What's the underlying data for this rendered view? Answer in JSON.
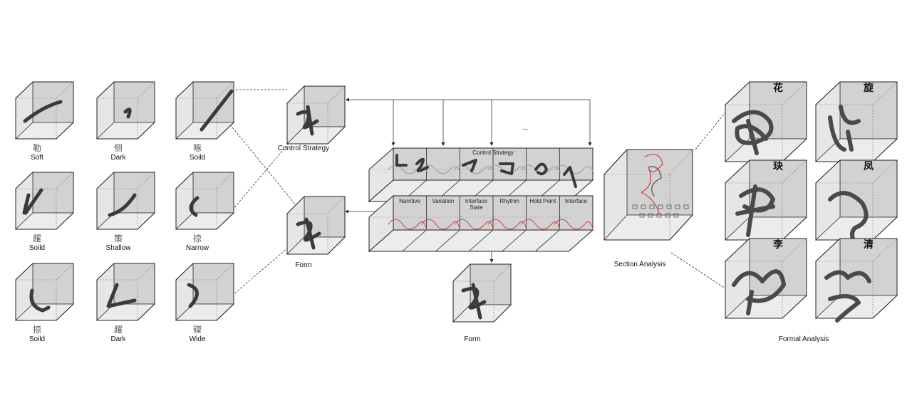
{
  "stroke_samples": [
    {
      "character": "勒",
      "quality": "Soft"
    },
    {
      "character": "侧",
      "quality": "Dark"
    },
    {
      "character": "啄",
      "quality": "Soild"
    },
    {
      "character": "趯",
      "quality": "Soild"
    },
    {
      "character": "策",
      "quality": "Shallow"
    },
    {
      "character": "掠",
      "quality": "Narrow"
    },
    {
      "character": "掠",
      "quality": "Soild"
    },
    {
      "character": "趯",
      "quality": "Dark"
    },
    {
      "character": "磔",
      "quality": "Wide"
    }
  ],
  "control_strategy_label": "Control Strategy",
  "form_label": "Form",
  "ellipsis": "...",
  "strip": {
    "title": "Control Strategy",
    "cells": [
      "Narritive",
      "Variation",
      "Interface State",
      "Rhythm",
      "Hold Point",
      "Interface"
    ]
  },
  "output_form_label": "Form",
  "section_analysis_label": "Section Analysis",
  "formal_analysis": {
    "label": "Formal Analysis",
    "characters": [
      "花",
      "旋",
      "玦",
      "凤",
      "李",
      "清"
    ]
  },
  "colors": {
    "cube_back": "#d2d2d2",
    "cube_side": "#e6e6e6",
    "stroke": "#3a3a3a",
    "red_trace": "#d04040"
  }
}
